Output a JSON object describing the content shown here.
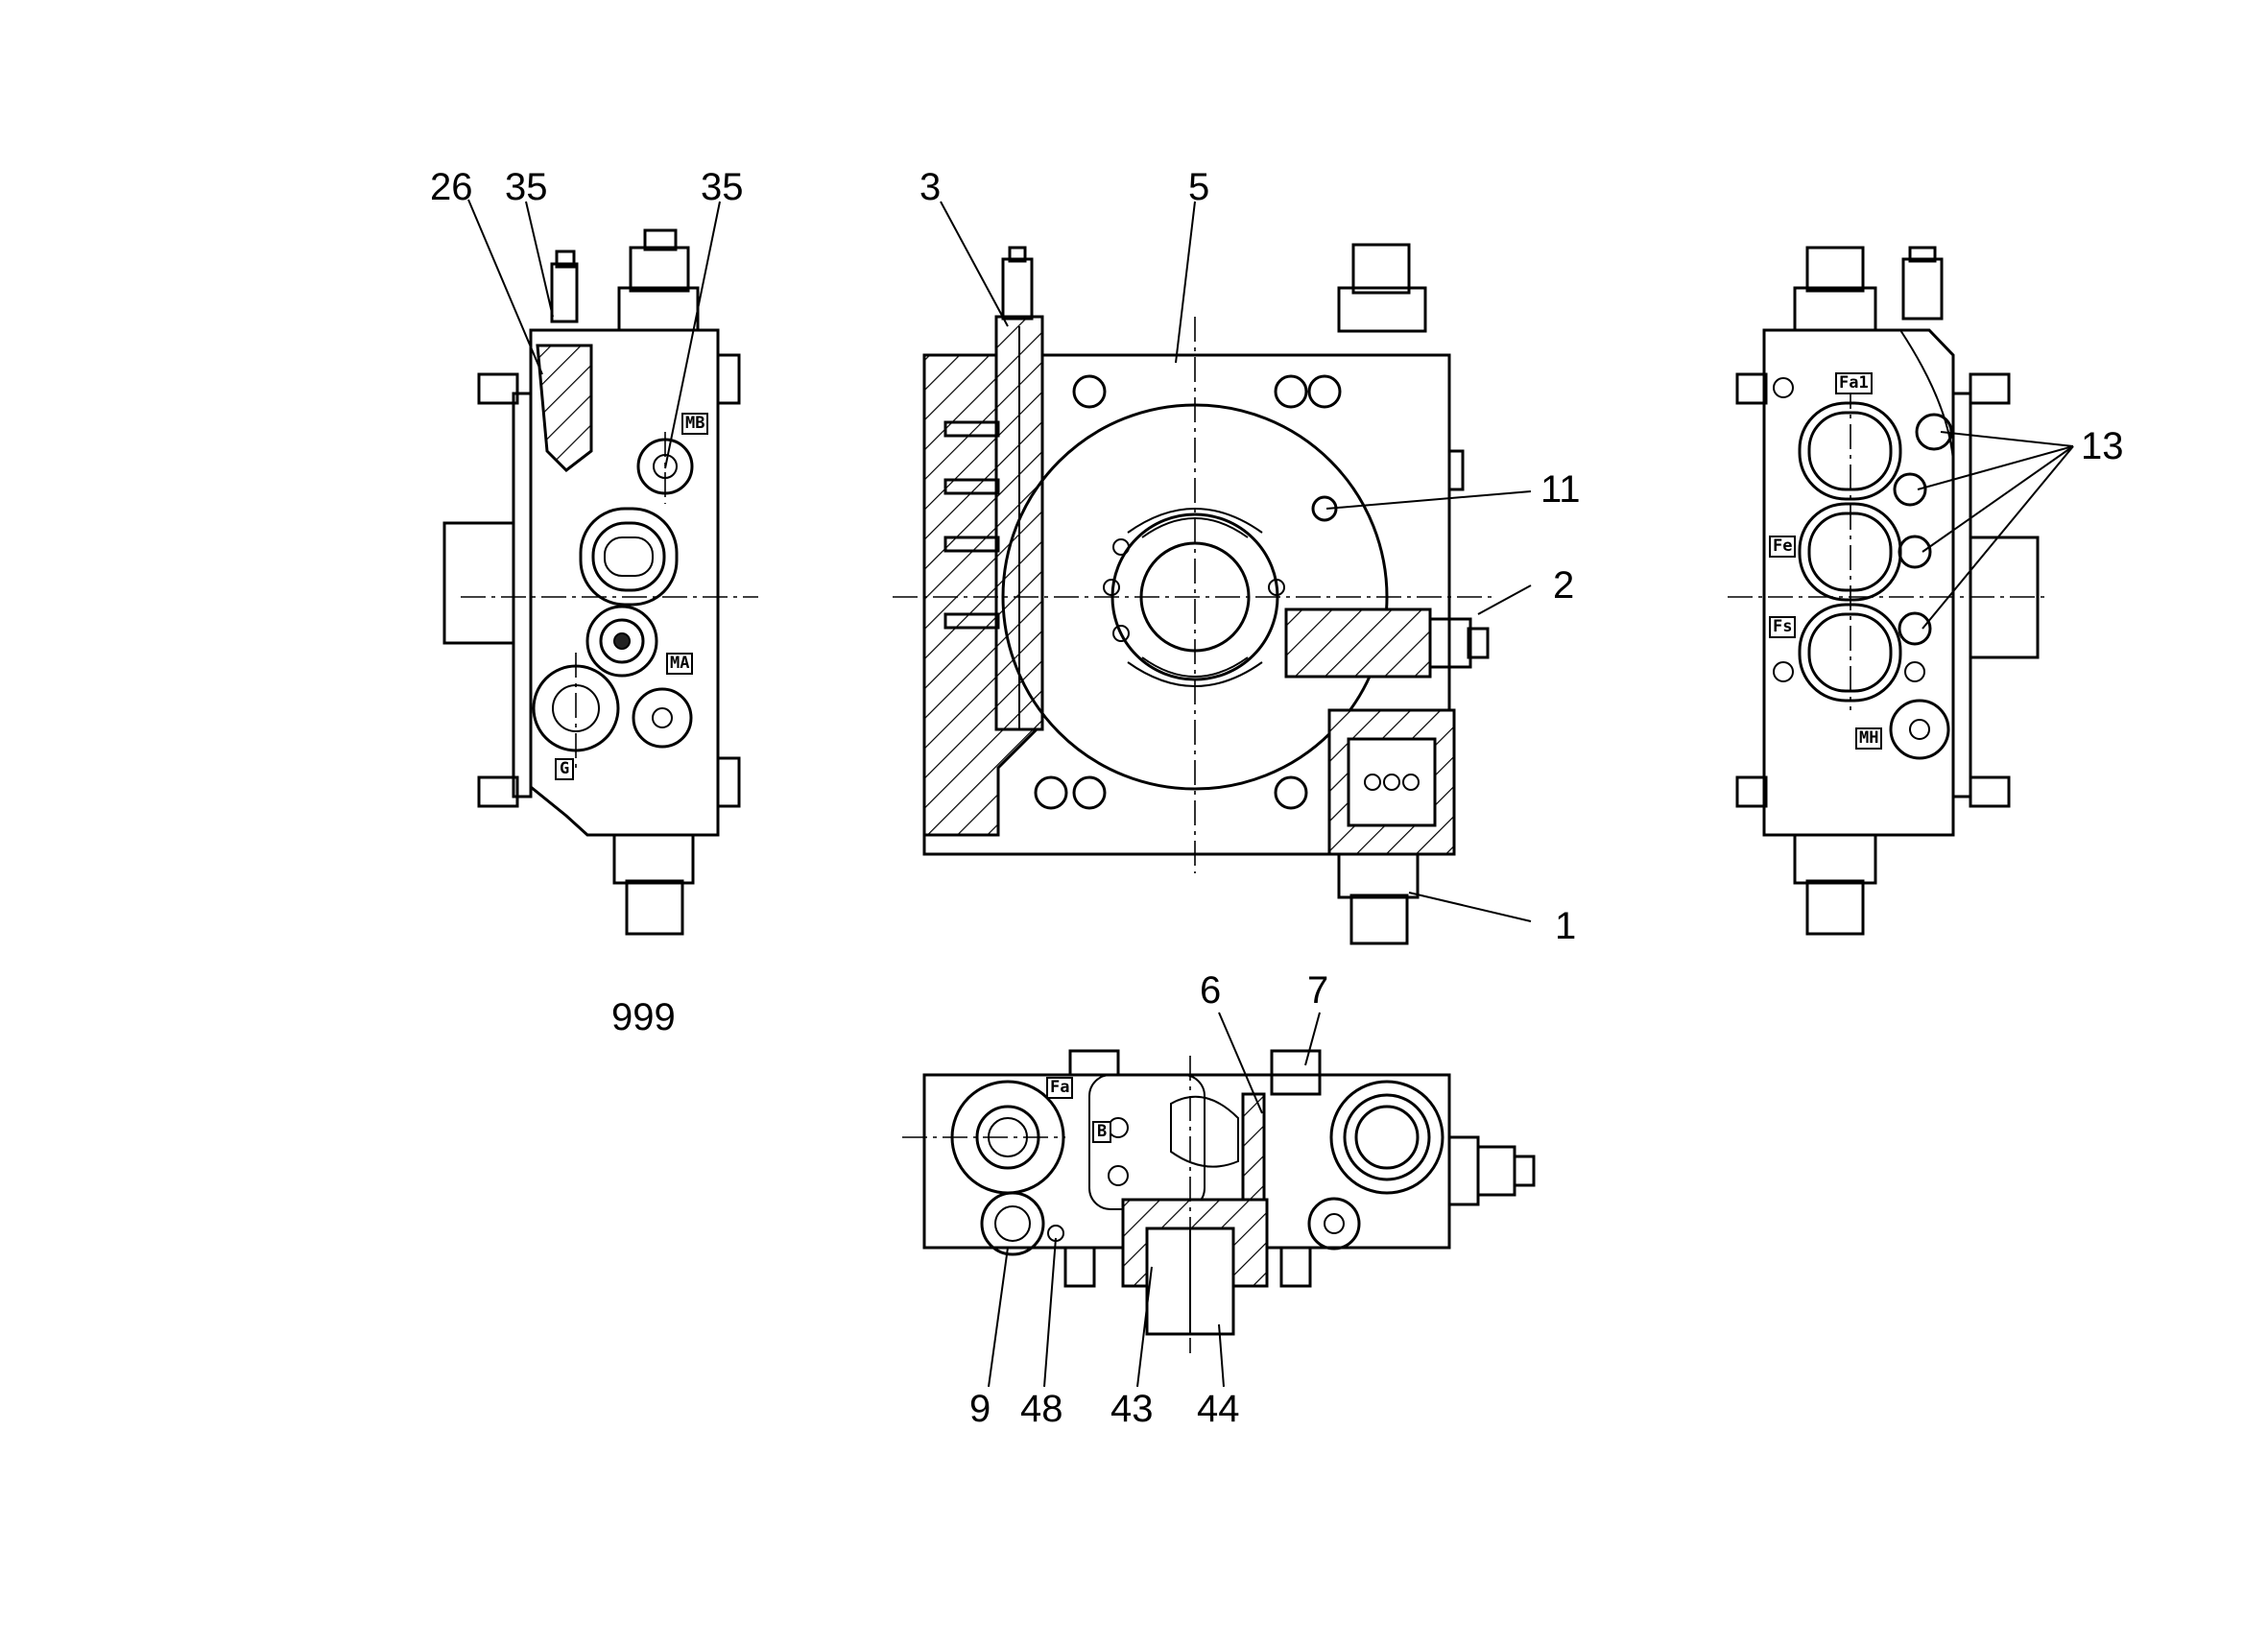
{
  "callouts": {
    "c26": "26",
    "c35a": "35",
    "c35b": "35",
    "c3": "3",
    "c5": "5",
    "c11": "11",
    "c2": "2",
    "c1": "1",
    "c13": "13",
    "c6": "6",
    "c7": "7",
    "c9": "9",
    "c48": "48",
    "c43": "43",
    "c44": "44"
  },
  "view_label": "999",
  "ports": {
    "mb": "MB",
    "ma": "MA",
    "g": "G",
    "fa1": "Fa1",
    "fe": "Fe",
    "fs": "Fs",
    "mh": "MH",
    "fa": "Fa",
    "b": "B"
  }
}
